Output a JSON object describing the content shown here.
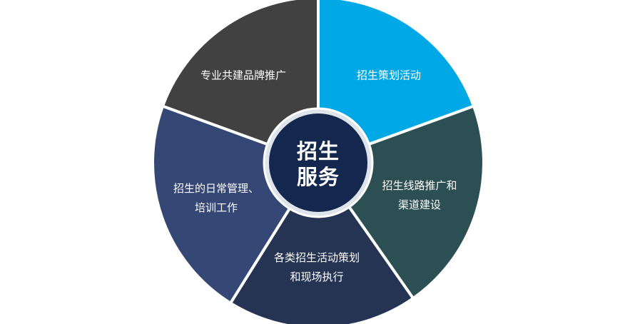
{
  "center": {
    "lines": [
      "招生",
      "服务"
    ],
    "fill": "#14274e",
    "ring_color": "#dfe3ea"
  },
  "segments": [
    {
      "id": "top-right",
      "lines": [
        "招生策划活动"
      ],
      "color": "#00a9e6"
    },
    {
      "id": "right",
      "lines": [
        "招生线路推广和",
        "渠道建设"
      ],
      "color": "#2b4f53"
    },
    {
      "id": "bottom",
      "lines": [
        "各类招生活动策划",
        "和现场执行"
      ],
      "color": "#253452"
    },
    {
      "id": "left",
      "lines": [
        "招生的日常管理、",
        "培训工作"
      ],
      "color": "#344775"
    },
    {
      "id": "top-left",
      "lines": [
        "专业共建品牌推广"
      ],
      "color": "#414141"
    }
  ],
  "separator_color": "#ffffff"
}
